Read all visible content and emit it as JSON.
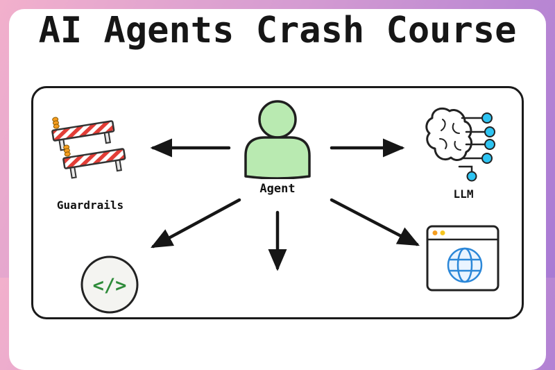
{
  "title": "AI Agents Crash Course",
  "diagram": {
    "agent": {
      "label": "Agent",
      "icon": "person-icon"
    },
    "guardrails": {
      "label": "Guardrails",
      "icon": "barrier-icon"
    },
    "llm": {
      "label": "LLM",
      "icon": "brain-circuit-icon"
    },
    "tools": {
      "icon": "code-icon",
      "glyph": "</>"
    },
    "web": {
      "icon": "browser-globe-icon"
    }
  },
  "colors": {
    "bg_gradient_start": "#f2b0cc",
    "bg_gradient_end": "#a87ad4",
    "card": "#ffffff",
    "outline": "#1a1a1a",
    "agent_green": "#b9eab1",
    "node_blue": "#2ec4f2",
    "barrier_red": "#e23d36",
    "lamp_orange": "#f59d1f",
    "code_green": "#2e8b3a",
    "globe_blue": "#2b87d8"
  }
}
